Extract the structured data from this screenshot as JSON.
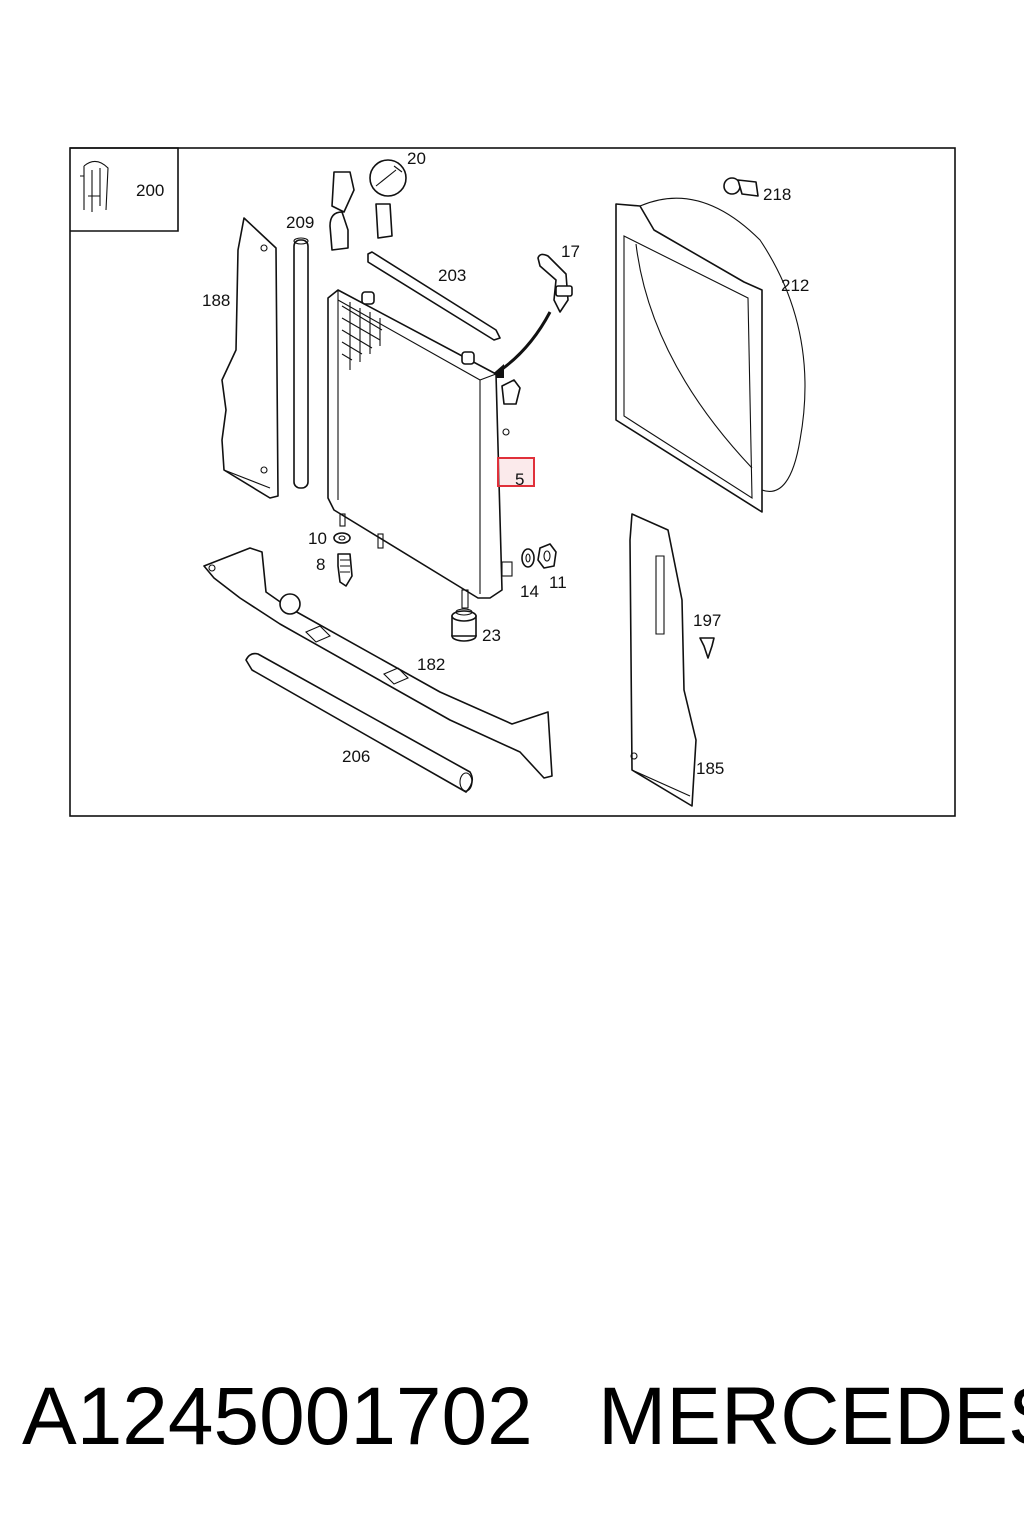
{
  "diagram": {
    "inset_label": "200",
    "highlighted_callout": "5",
    "highlight_color": "#e0303a",
    "callouts": {
      "c20": "20",
      "c209": "209",
      "c188": "188",
      "c203": "203",
      "c17": "17",
      "c218": "218",
      "c212": "212",
      "c5": "5",
      "c10": "10",
      "c8": "8",
      "c14": "14",
      "c11": "11",
      "c23": "23",
      "c182": "182",
      "c197": "197",
      "c206": "206",
      "c185": "185"
    }
  },
  "footer": {
    "part_number": "A1245001702",
    "brand": "MERCEDES"
  }
}
